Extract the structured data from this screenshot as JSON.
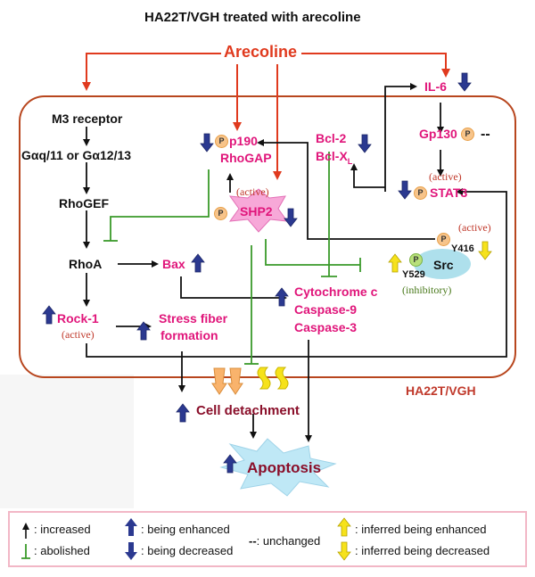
{
  "title": "HA22T/VGH treated with arecoline",
  "nodes": {
    "arecoline": "Arecoline",
    "m3": "M3 receptor",
    "galpha": "Gαq/11 or Gα12/13",
    "rhogef": "RhoGEF",
    "rhoa": "RhoA",
    "rock1": "Rock-1",
    "rock1_state": "(active)",
    "p190": "p190",
    "rhogap": "RhoGAP",
    "shp2": "SHP2",
    "shp2_state": "(active)",
    "bax": "Bax",
    "bcl2": "Bcl-2",
    "bclx": "Bcl-X",
    "bclx_sub": "L",
    "il6": "IL-6",
    "gp130": "Gp130",
    "stat3": "STAT3",
    "stat3_state": "(active)",
    "src": "Src",
    "src_active": "(active)",
    "y416": "Y416",
    "y529": "Y529",
    "src_inhib": "(inhibitory)",
    "cyto": "Cytochrome c",
    "casp9": "Caspase-9",
    "casp3": "Caspase-3",
    "stress1": "Stress fiber",
    "stress2": "formation",
    "detach": "Cell detachment",
    "apoptosis": "Apoptosis",
    "cell": "HA22T/VGH",
    "p": "P",
    "unchanged_mark": "--"
  },
  "legend": {
    "increased": ": increased",
    "abolished": ": abolished",
    "enhanced": ": being enhanced",
    "decreased": ": being decreased",
    "unchanged_sym": "--",
    "unchanged": ": unchanged",
    "inf_enh": ": inferred being enhanced",
    "inf_dec": ": inferred being decreased"
  },
  "colors": {
    "magenta": "#e0157a",
    "red_arrow": "#e03a1e",
    "inhibit": "#3a9a2a",
    "navy_arrow": "#2b3990",
    "yellow_arrow": "#f6e21b",
    "cell_border": "#b8461e",
    "legend_border": "#f2b7c6"
  }
}
